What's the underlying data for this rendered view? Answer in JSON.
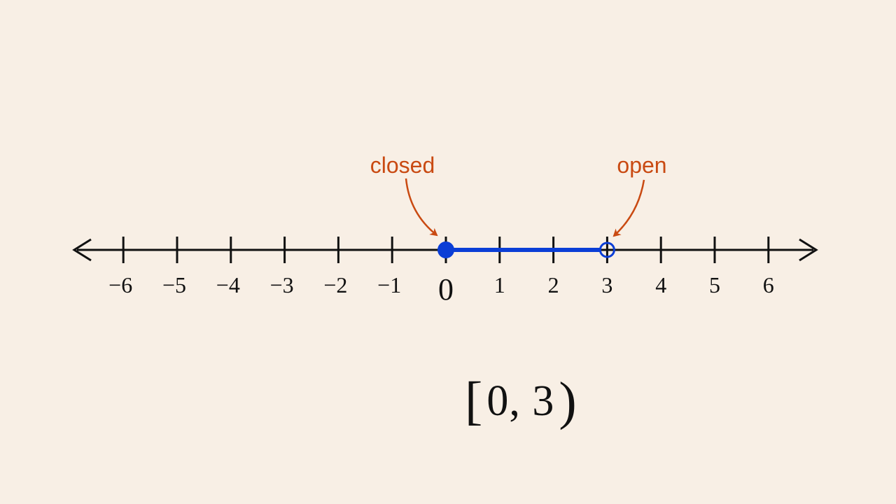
{
  "number_line": {
    "ticks": [
      -6,
      -5,
      -4,
      -3,
      -2,
      -1,
      0,
      1,
      2,
      3,
      4,
      5,
      6
    ],
    "tick_labels": [
      "−6",
      "−5",
      "−4",
      "−3",
      "−2",
      "−1",
      "0",
      "1",
      "2",
      "3",
      "4",
      "5",
      "6"
    ],
    "emphasized_label": "0"
  },
  "interval": {
    "start": 0,
    "end": 3,
    "start_closed": true,
    "end_closed": false,
    "color": "#0b3ed6"
  },
  "annotations": {
    "closed_label": "closed",
    "open_label": "open",
    "color": "#c94a12"
  },
  "notation": {
    "left_bracket": "[",
    "body": "0, 3",
    "right_bracket": ")"
  },
  "colors": {
    "background": "#f8efe5",
    "line": "#111111"
  }
}
